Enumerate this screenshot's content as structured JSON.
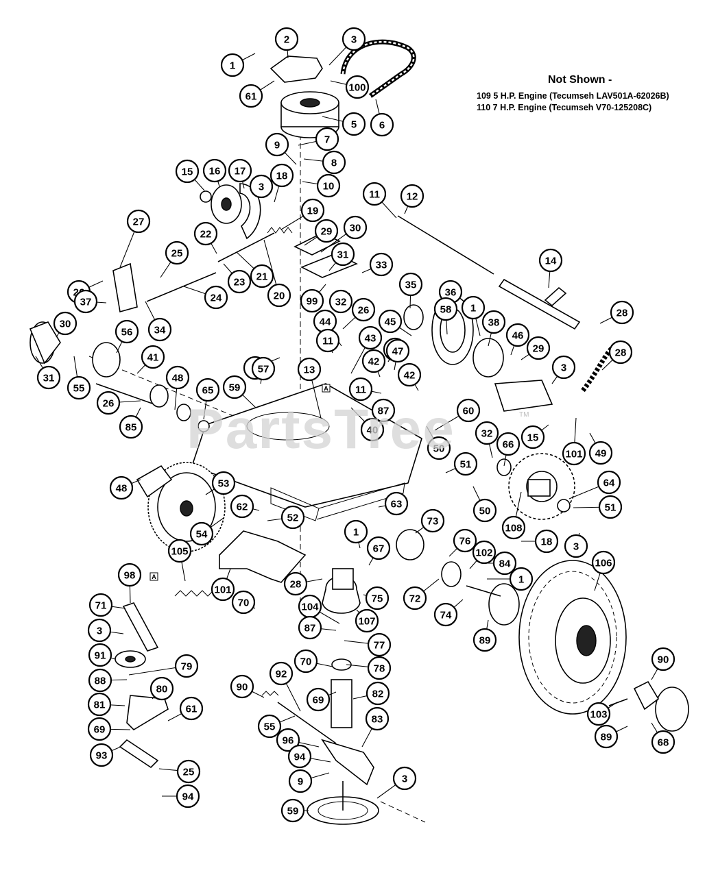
{
  "not_shown": {
    "title": "Not Shown -",
    "lines": [
      "109  5 H.P. Engine (Tecumseh LAV501A-62026B)",
      "110  7 H.P. Engine (Tecumseh V70-125208C)"
    ]
  },
  "watermark": {
    "text": "PartsTree",
    "mark": "TM"
  },
  "reference_markers": [
    "A",
    "A"
  ],
  "callouts": [
    "1",
    "2",
    "3",
    "100",
    "6",
    "61",
    "5",
    "7",
    "9",
    "8",
    "10",
    "15",
    "16",
    "17",
    "3",
    "18",
    "11",
    "12",
    "19",
    "29",
    "30",
    "22",
    "25",
    "23",
    "21",
    "20",
    "27",
    "26",
    "24",
    "31",
    "33",
    "14",
    "35",
    "36",
    "37",
    "99",
    "32",
    "34",
    "26",
    "44",
    "45",
    "1",
    "28",
    "38",
    "11",
    "43",
    "46",
    "29",
    "30",
    "56",
    "58",
    "28",
    "3",
    "42",
    "47",
    "3",
    "28",
    "31",
    "41",
    "55",
    "59",
    "57",
    "13",
    "11",
    "42",
    "48",
    "26",
    "65",
    "87",
    "60",
    "101",
    "49",
    "40",
    "15",
    "85",
    "32",
    "66",
    "50",
    "51",
    "48",
    "53",
    "64",
    "63",
    "51",
    "62",
    "50",
    "108",
    "54",
    "52",
    "1",
    "73",
    "18",
    "105",
    "67",
    "76",
    "3",
    "102",
    "84",
    "106",
    "28",
    "98",
    "1",
    "75",
    "101",
    "70",
    "72",
    "74",
    "104",
    "107",
    "89",
    "71",
    "87",
    "77",
    "3",
    "70",
    "78",
    "91",
    "90",
    "79",
    "88",
    "80",
    "61",
    "81",
    "69",
    "82",
    "90",
    "92",
    "103",
    "89",
    "68",
    "69",
    "55",
    "83",
    "96",
    "93",
    "94",
    "25",
    "9",
    "3",
    "94",
    "59",
    "86",
    "95"
  ]
}
